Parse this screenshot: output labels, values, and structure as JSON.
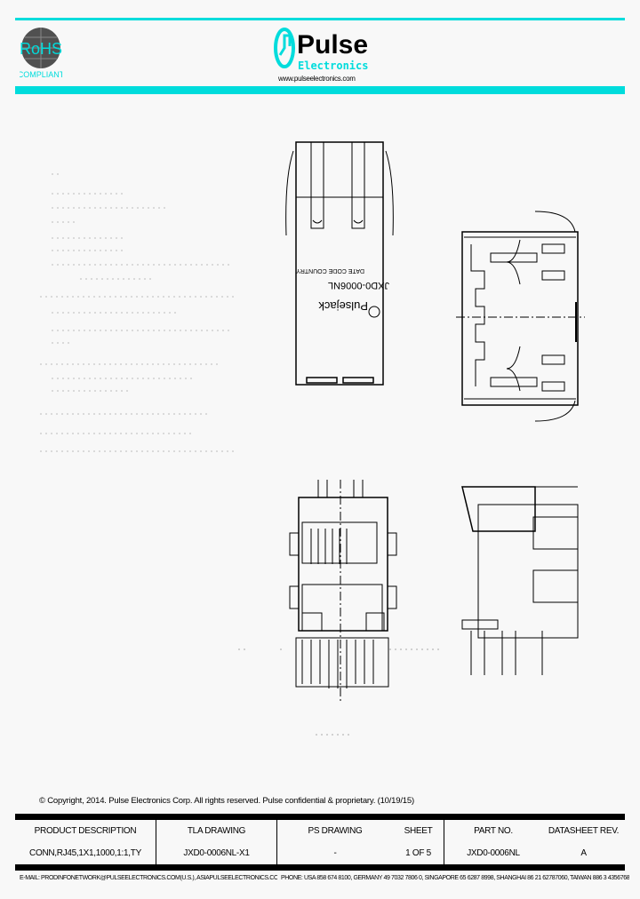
{
  "header": {
    "rohs_logo": {
      "text_top": "RoHS",
      "text_bottom": "COMPLIANT"
    },
    "brand_logo": {
      "name": "Pulse",
      "sub": "Electronics"
    },
    "website": "www.pulseelectronics.com",
    "accent_color": "#00dcdc"
  },
  "drawing": {
    "part_marking": [
      "Pulsejack",
      "JXD0-0006NL",
      "DATE CODE COUNTRY"
    ]
  },
  "footer": {
    "copyright": "© Copyright, 2014. Pulse Electronics Corp. All rights reserved. Pulse confidential & proprietary. (10/19/15)",
    "table": {
      "headers": [
        "PRODUCT DESCRIPTION",
        "TLA DRAWING",
        "PS DRAWING",
        "SHEET",
        "PART NO.",
        "DATASHEET REV."
      ],
      "values": [
        "CONN,RJ45,1X1,1000,1:1,TY",
        "JXD0-0006NL-X1",
        "-",
        "1 OF 5",
        "JXD0-0006NL",
        "A"
      ]
    },
    "email_line": "E-MAIL: PRODINFONETWORK@PULSEELECTRONICS.COM(U.S.), ASIAPULSEELECTRONICS.COM(asia)",
    "phone_line": "PHONE: USA 858 674 8100, GERMANY 49 7032 7806 0, SINGAPORE 65 6287 8998, SHANGHAI 86 21 62787060, TAIWAN 886 3 4356768"
  }
}
